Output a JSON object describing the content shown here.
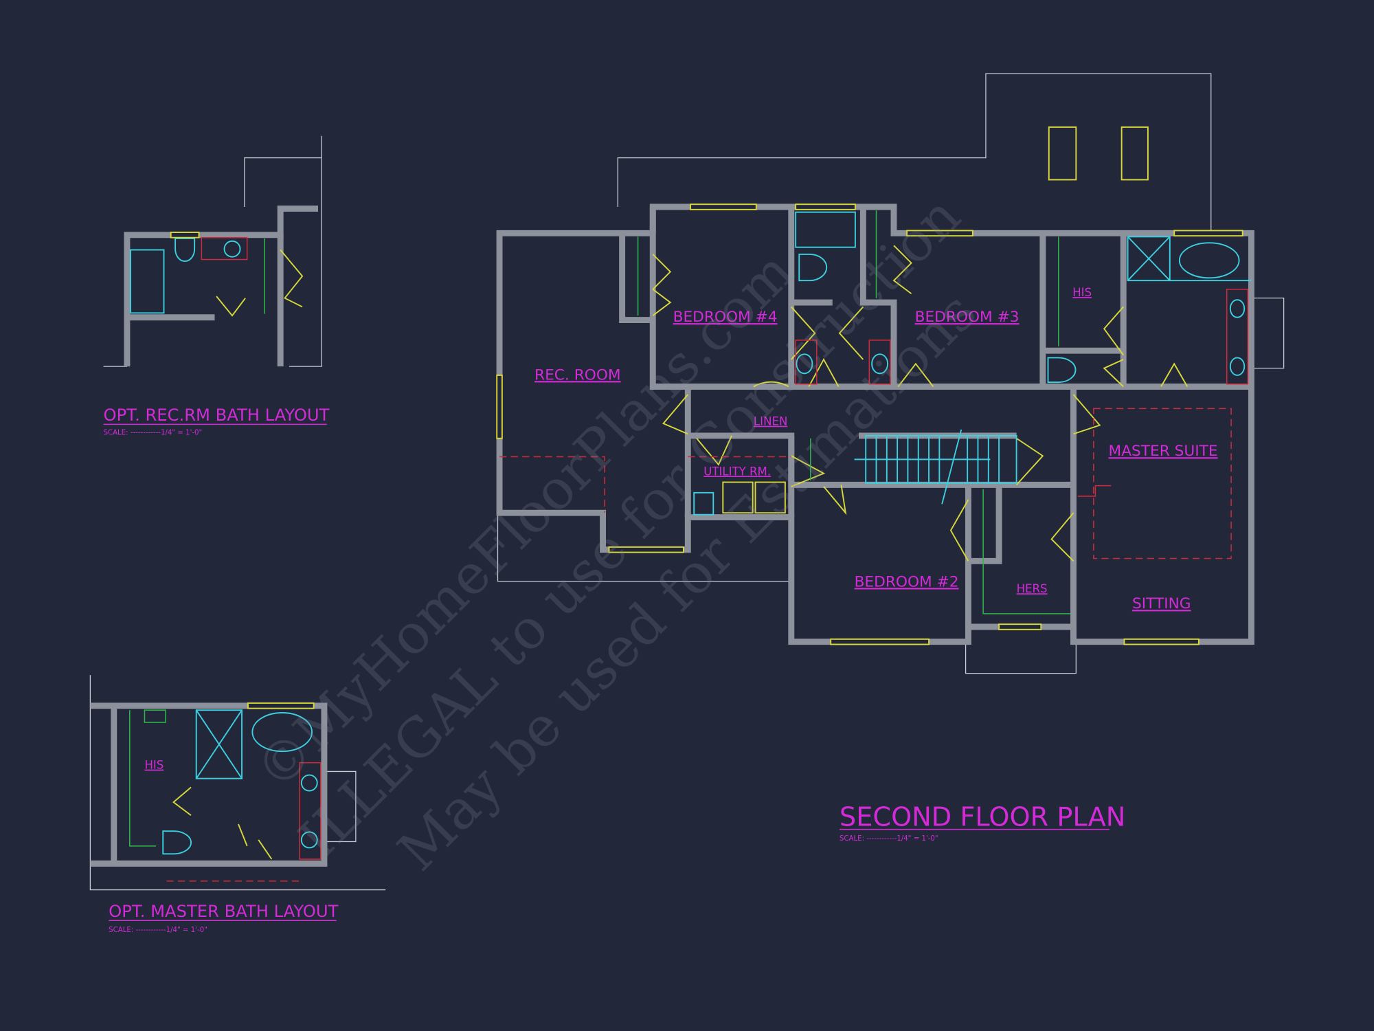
{
  "main_plan": {
    "title": "SECOND FLOOR PLAN",
    "scale": "SCALE: ------------1/4\" = 1'-0\"",
    "rooms": {
      "rec_room": "REC. ROOM",
      "bedroom4": "BEDROOM #4",
      "bedroom3": "BEDROOM #3",
      "his": "HIS",
      "master_suite": "MASTER SUITE",
      "linen": "LINEN",
      "utility": "UTILITY RM.",
      "bedroom2": "BEDROOM #2",
      "hers": "HERS",
      "sitting": "SITTING"
    }
  },
  "rec_bath_inset": {
    "title": "OPT. REC.RM BATH LAYOUT",
    "scale": "SCALE: ------------1/4\" = 1'-0\""
  },
  "master_bath_inset": {
    "title": "OPT. MASTER BATH LAYOUT",
    "scale": "SCALE: ------------1/4\" = 1'-0\"",
    "his": "HIS"
  },
  "watermark": {
    "line1": "©MyHomeFloorPlans.com",
    "line2": "ILLEGAL to use for Construction",
    "line3": "May be used for Estimations"
  },
  "colors": {
    "background": "#22273a",
    "label": "#d42ad8",
    "wall": "#8d919c",
    "door": "#d8d83a",
    "fixture": "#3ccfe0"
  }
}
